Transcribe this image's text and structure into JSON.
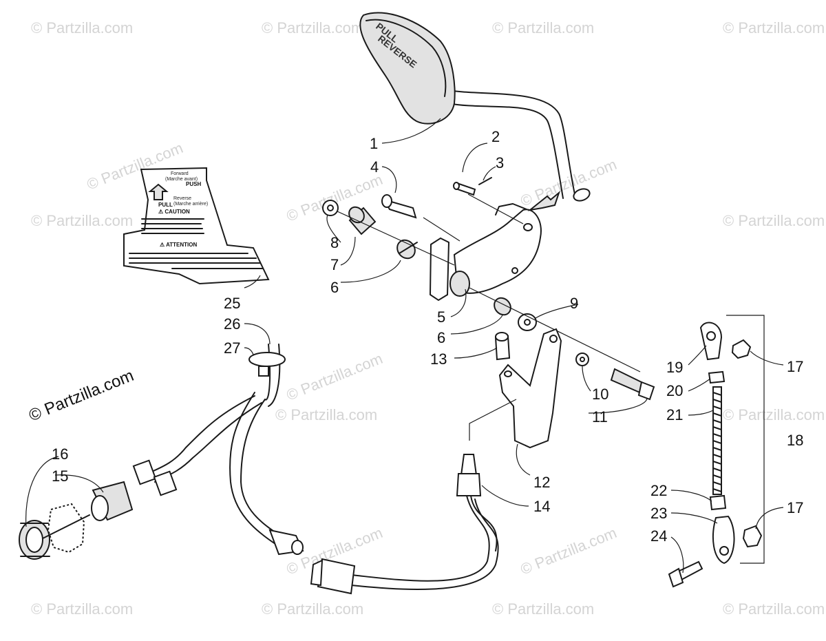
{
  "watermark": {
    "text": "© Partzilla.com",
    "prominent_text": "© Partzilla.com"
  },
  "decal": {
    "forward_label": "Forward",
    "forward_sub": "(Marche avant)",
    "push_label": "PUSH",
    "pull_label": "PULL",
    "reverse_label": "Reverse",
    "reverse_sub": "(Marche arrière)",
    "caution_title": "⚠ CAUTION",
    "attention_title": "⚠ ATTENTION"
  },
  "handle": {
    "text_pull": "PULL",
    "text_reverse": "REVERSE"
  },
  "callouts": [
    {
      "num": "1"
    },
    {
      "num": "2"
    },
    {
      "num": "3"
    },
    {
      "num": "4"
    },
    {
      "num": "5"
    },
    {
      "num": "6"
    },
    {
      "num": "6"
    },
    {
      "num": "7"
    },
    {
      "num": "8"
    },
    {
      "num": "9"
    },
    {
      "num": "10"
    },
    {
      "num": "11"
    },
    {
      "num": "12"
    },
    {
      "num": "13"
    },
    {
      "num": "14"
    },
    {
      "num": "15"
    },
    {
      "num": "16"
    },
    {
      "num": "17"
    },
    {
      "num": "17"
    },
    {
      "num": "18"
    },
    {
      "num": "19"
    },
    {
      "num": "20"
    },
    {
      "num": "21"
    },
    {
      "num": "22"
    },
    {
      "num": "23"
    },
    {
      "num": "24"
    },
    {
      "num": "25"
    },
    {
      "num": "26"
    },
    {
      "num": "27"
    }
  ]
}
